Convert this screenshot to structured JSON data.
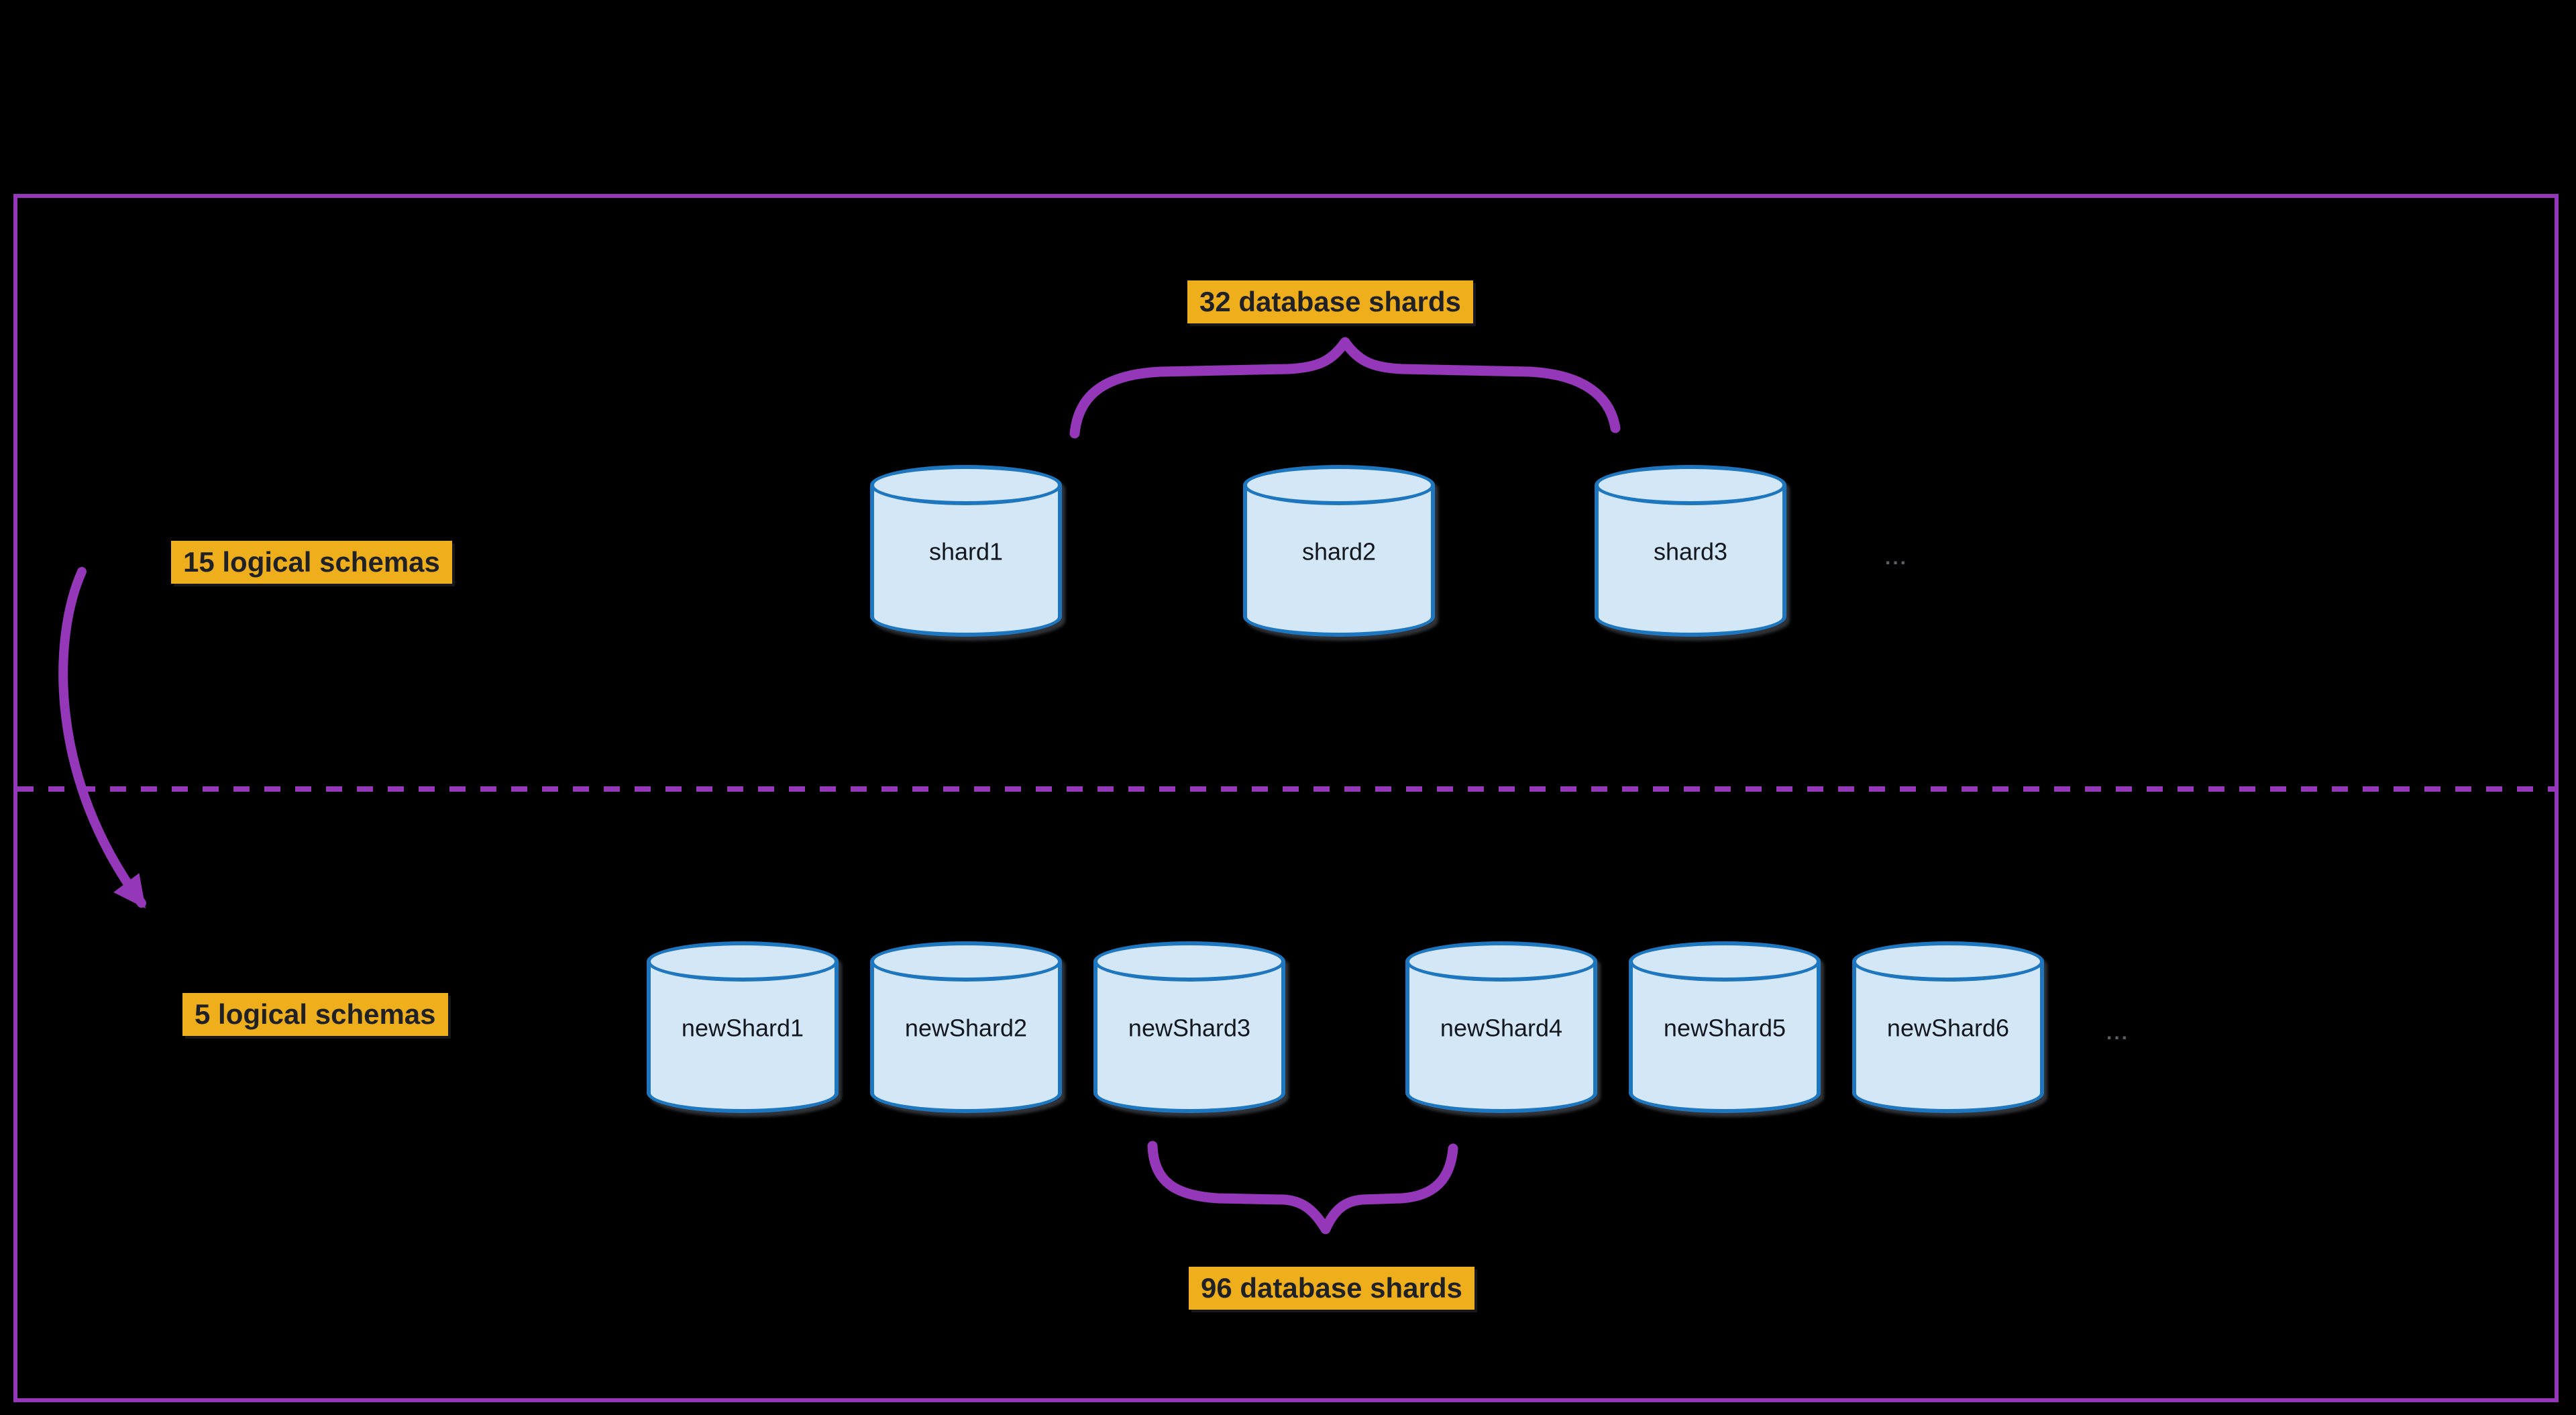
{
  "colors": {
    "background": "#000000",
    "accent_purple": "#9437B8",
    "highlight_yellow": "#EFAE1B",
    "highlight_text": "#1f2125",
    "cylinder_fill": "#D3E7F7",
    "cylinder_stroke": "#1E77BE",
    "cylinder_label": "#14171d",
    "ellipsis_color": "#596066"
  },
  "top_section": {
    "brace_label": "32 database shards",
    "side_label": "15 logical schemas",
    "shards": [
      {
        "label": "shard1"
      },
      {
        "label": "shard2"
      },
      {
        "label": "shard3"
      }
    ],
    "ellipsis": "..."
  },
  "bottom_section": {
    "brace_label": "96 database shards",
    "side_label": "5 logical schemas",
    "shards": [
      {
        "label": "newShard1"
      },
      {
        "label": "newShard2"
      },
      {
        "label": "newShard3"
      },
      {
        "label": "newShard4"
      },
      {
        "label": "newShard5"
      },
      {
        "label": "newShard6"
      }
    ],
    "ellipsis": "..."
  }
}
